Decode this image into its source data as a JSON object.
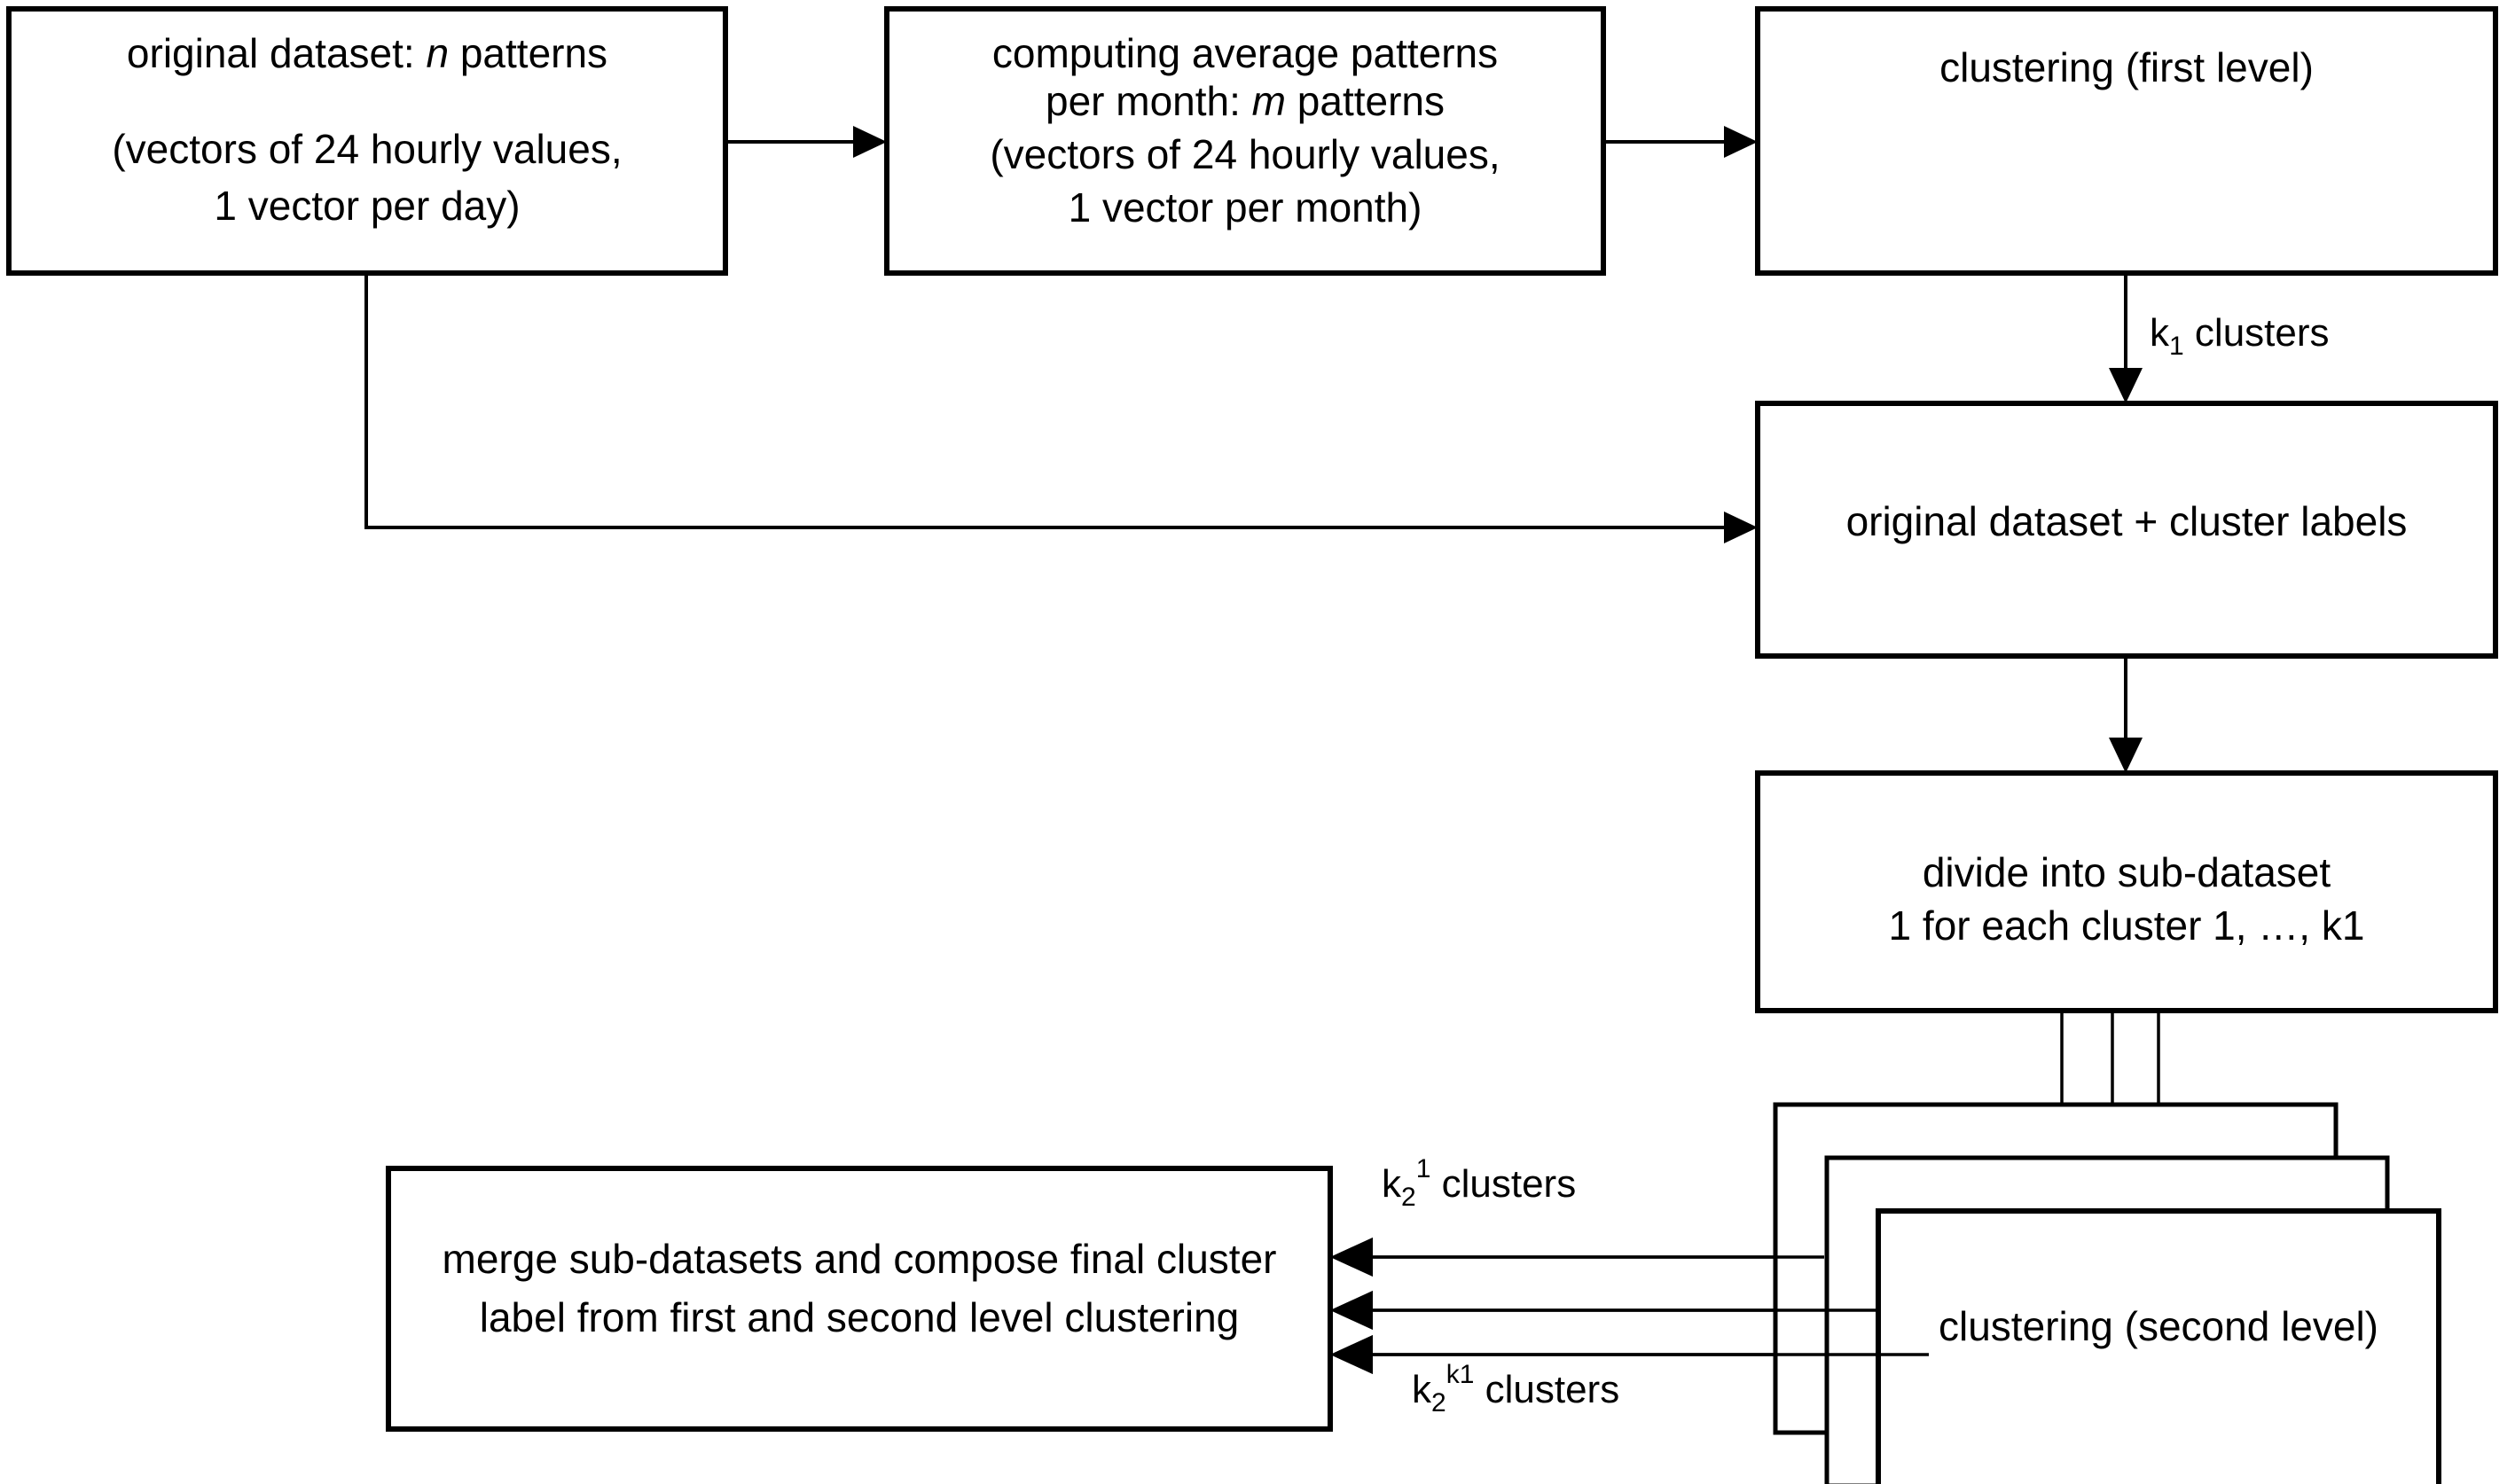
{
  "diagram": {
    "title": "two-level clustering workflow flowchart",
    "background_color": "#ffffff",
    "line_color": "#000000",
    "boxes": {
      "original_dataset": {
        "line1_prefix": "original dataset: ",
        "line1_italic": "n",
        "line1_suffix": " patterns",
        "line2": "(vectors of 24 hourly values,",
        "line3": "1 vector per day)"
      },
      "average_patterns": {
        "line1": "computing average patterns",
        "line2_prefix": "per month: ",
        "line2_italic": "m",
        "line2_suffix": " patterns",
        "line3": "(vectors of 24 hourly values,",
        "line4": "1 vector per month)"
      },
      "clustering_first_level": {
        "line1": "clustering (first level)"
      },
      "dataset_with_labels": {
        "line1": "original dataset + cluster labels"
      },
      "divide_sub_dataset": {
        "line1": "divide into sub-dataset",
        "line2": "1 for each cluster 1, …, k1"
      },
      "clustering_second_level": {
        "line1": "clustering (second level)"
      },
      "merge_sub_datasets": {
        "line1": "merge sub-datasets and compose final cluster",
        "line2": "label from first and second level clustering"
      }
    },
    "edge_labels": {
      "k1_clusters": {
        "base": "k",
        "subscript": "1",
        "suffix": " clusters"
      },
      "k2_1_clusters": {
        "base": "k",
        "subscript": "2",
        "superscript": "1",
        "suffix": " clusters"
      },
      "k2_k1_clusters": {
        "base": "k",
        "subscript": "2",
        "superscript": "k1",
        "suffix": " clusters"
      }
    }
  }
}
